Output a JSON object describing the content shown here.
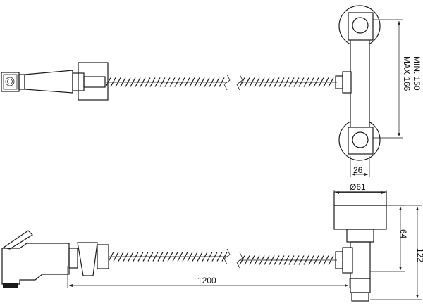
{
  "dimensions": {
    "min_label": "MIN. 150",
    "max_label": "MAX 166",
    "width_label": "26",
    "diameter_label": "Ø61",
    "depth_label": "64",
    "height_label": "122",
    "hose_label": "1200"
  },
  "colors": {
    "line": "#1a1a1a",
    "background": "#ffffff"
  }
}
